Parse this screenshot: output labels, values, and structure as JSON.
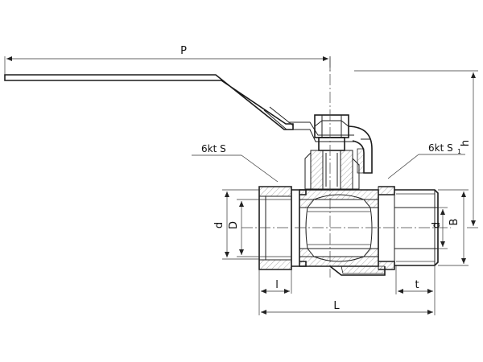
{
  "dimensions": {
    "P": "P",
    "h": "h",
    "key_size_S": "6kt S",
    "key_size_S1_base": "6kt S",
    "key_size_S1_sub": "1",
    "d_left": "d",
    "D": "D",
    "B": "B",
    "d_right": "d",
    "l": "l",
    "t": "t",
    "L": "L"
  },
  "colors": {
    "line": "#222222",
    "hatch": "#555555",
    "background": "#ffffff"
  }
}
